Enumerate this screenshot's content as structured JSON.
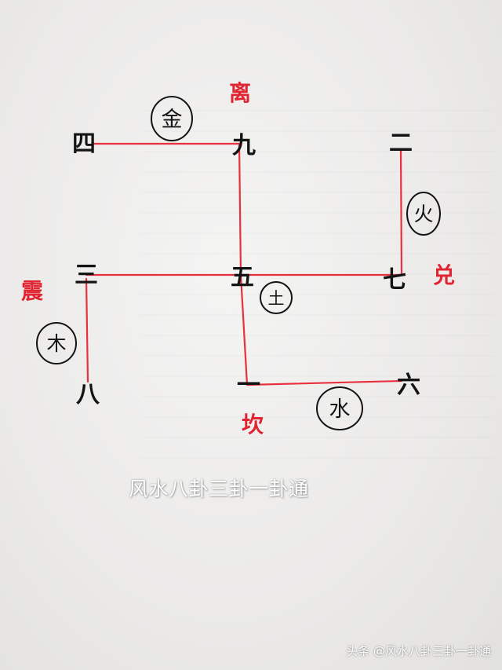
{
  "caption": "风水八卦三卦一卦通",
  "watermark": "头条 @风水八卦三卦一卦通",
  "colors": {
    "line": "#e8303e",
    "ink": "#141414",
    "red_text": "#e02432"
  },
  "trigrams": {
    "li": "离",
    "zhen": "震",
    "dui": "兑",
    "kan": "坎"
  },
  "numbers": {
    "n1": "一",
    "n2": "二",
    "n3": "三",
    "n4": "四",
    "n5": "五",
    "n6": "六",
    "n7": "七",
    "n8": "八",
    "n9": "九"
  },
  "elements": {
    "metal": "金",
    "fire": "火",
    "earth": "土",
    "wood": "木",
    "water": "水"
  }
}
